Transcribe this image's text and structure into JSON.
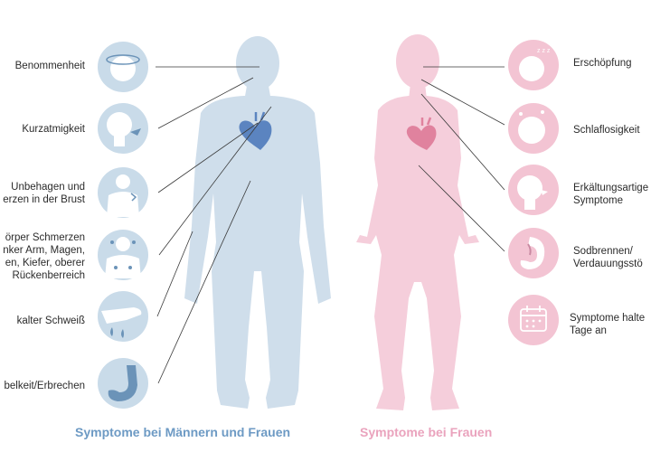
{
  "colors": {
    "men_body": "#cfdeeb",
    "men_circle": "#c9dbe9",
    "men_icon": "#6b93b8",
    "women_body": "#f5cedb",
    "women_circle": "#f3c4d3",
    "women_icon": "#c98aa2",
    "line": "#3a3a3a",
    "men_caption": "#6d9ac4",
    "women_caption": "#eaa3bd",
    "heart_men": "#5b84c0",
    "heart_women": "#e0829e"
  },
  "left_panel": {
    "caption": "Symptome bei Männern und Frauen",
    "symptoms": [
      {
        "lines": [
          "Benommenheit"
        ],
        "icon": "head-dizziness-icon"
      },
      {
        "lines": [
          "Kurzatmigkeit"
        ],
        "icon": "head-breathing-icon"
      },
      {
        "lines": [
          "Unbehagen und",
          "erzen in der Brust"
        ],
        "icon": "torso-chest-pain-icon"
      },
      {
        "lines": [
          "örper Schmerzen",
          "nker Arm, Magen,",
          "en, Kiefer, oberer",
          "Rückenberreich"
        ],
        "icon": "body-pain-points-icon"
      },
      {
        "lines": [
          "kalter Schweiß"
        ],
        "icon": "hand-sweat-icon"
      },
      {
        "lines": [
          "belkeit/Erbrechen"
        ],
        "icon": "stomach-icon"
      }
    ]
  },
  "right_panel": {
    "caption": "Symptome bei Frauen",
    "symptoms": [
      {
        "lines": [
          "Erschöpfung"
        ],
        "icon": "head-sleepy-icon"
      },
      {
        "lines": [
          "Schlaflosigkeit"
        ],
        "icon": "head-insomnia-icon"
      },
      {
        "lines": [
          "Erkältungsartige",
          "Symptome"
        ],
        "icon": "head-cold-icon"
      },
      {
        "lines": [
          "Sodbrennen/",
          "Verdauungsstö"
        ],
        "icon": "stomach-heartburn-icon"
      },
      {
        "lines": [
          "Symptome halte",
          "Tage an"
        ],
        "icon": "calendar-icon"
      }
    ]
  }
}
